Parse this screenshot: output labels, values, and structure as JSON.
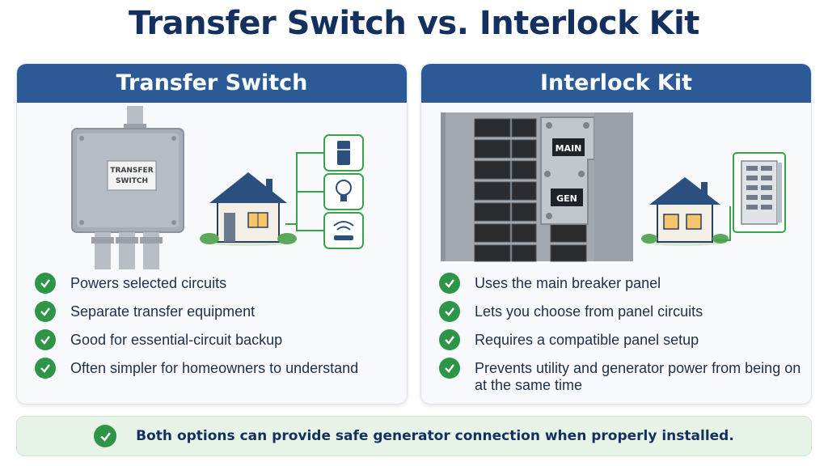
{
  "title": "Transfer Switch vs. Interlock Kit",
  "colors": {
    "title": "#14305f",
    "header_bg": "#2c5a96",
    "check_green": "#2e9447",
    "footer_bg": "#e8f3e8"
  },
  "left_card": {
    "heading": "Transfer Switch",
    "box_label_line1": "TRANSFER",
    "box_label_line2": "SWITCH",
    "icons": [
      "refrigerator-icon",
      "light-bulb-icon",
      "wifi-router-icon",
      "house-icon"
    ],
    "features": [
      "Powers selected circuits",
      "Separate transfer equipment",
      "Good for essential-circuit backup",
      "Often simpler for homeowners to understand"
    ]
  },
  "right_card": {
    "heading": "Interlock Kit",
    "main_label": "MAIN",
    "gen_label": "GEN",
    "icons": [
      "house-icon",
      "breaker-panel-icon"
    ],
    "features": [
      "Uses the main breaker panel",
      "Lets you choose from panel circuits",
      "Requires a compatible panel setup",
      "Prevents utility and generator power from being on at the same time"
    ]
  },
  "footer": {
    "text": "Both options can provide safe generator connection when properly installed."
  }
}
